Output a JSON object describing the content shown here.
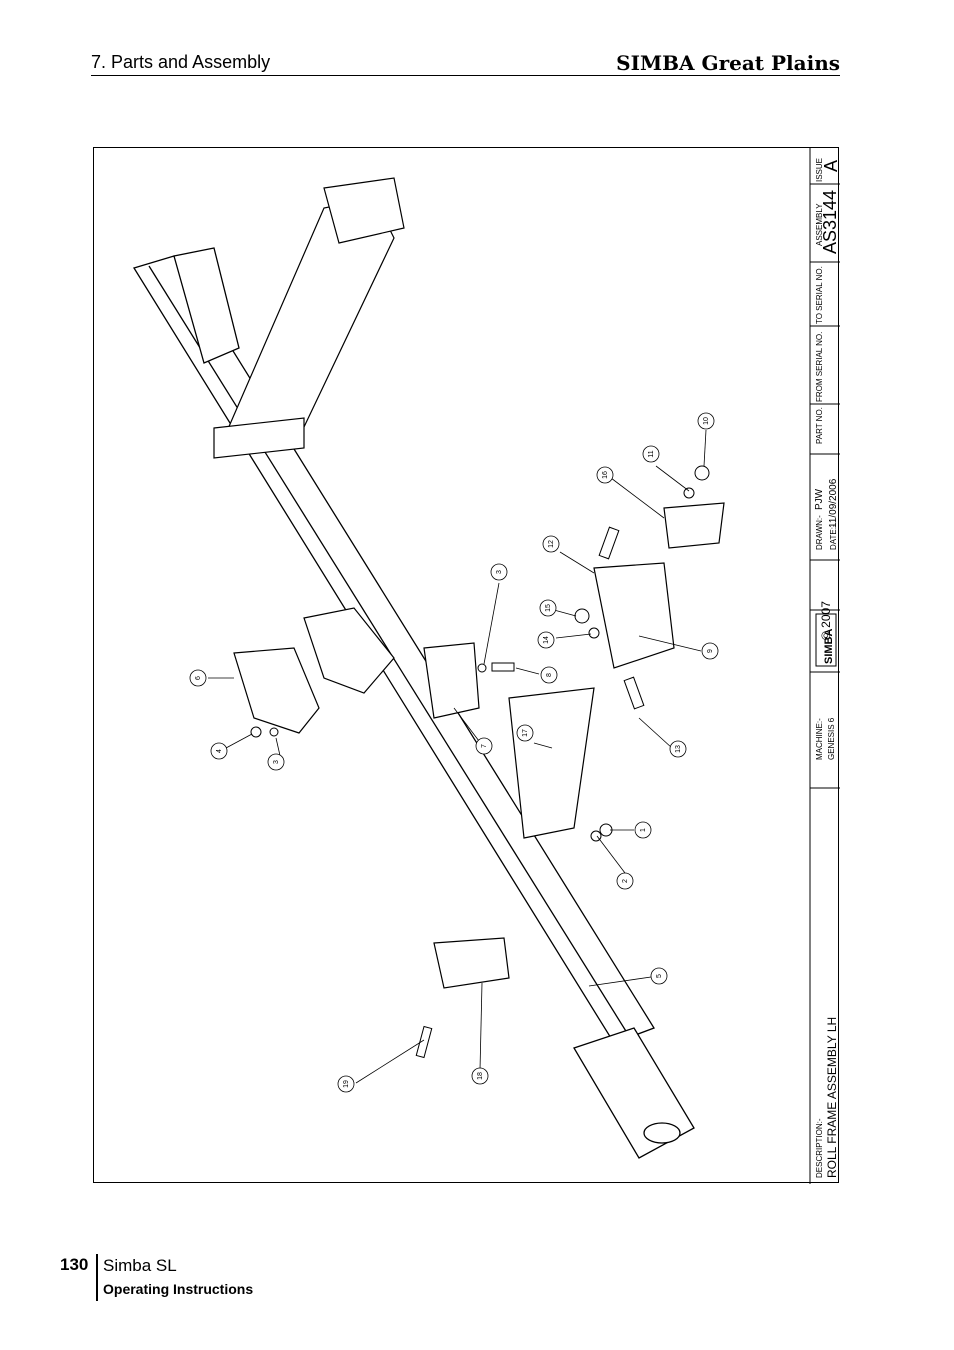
{
  "header": {
    "section_title": "7. Parts and Assembly",
    "brand": "SIMBA Great Plains"
  },
  "title_block": {
    "issue_label": "ISSUE",
    "issue": "A",
    "assembly_label": "ASSEMBLY",
    "assembly": "AS3144",
    "to_serial_label": "TO SERIAL NO.",
    "from_serial_label": "FROM SERIAL NO.",
    "part_no_label": "PART NO.",
    "drawn_label": "DRAWN:-",
    "drawn": "PJW",
    "date_label": "DATE:-",
    "date": "11/09/2006",
    "copyright": "© 2007",
    "logo": "SIMBA",
    "machine_label": "MACHINE:-",
    "machine": "GENESIS 6",
    "description_label": "DESCRIPTION:-",
    "description": "ROLL FRAME ASSEMBLY LH"
  },
  "callouts": [
    "1",
    "2",
    "3",
    "4",
    "5",
    "6",
    "7",
    "8",
    "9",
    "10",
    "11",
    "12",
    "13",
    "14",
    "15",
    "16",
    "17",
    "18",
    "19"
  ],
  "callout_3b": "3",
  "footer": {
    "page_number": "130",
    "product": "Simba SL",
    "subtitle": "Operating Instructions"
  }
}
